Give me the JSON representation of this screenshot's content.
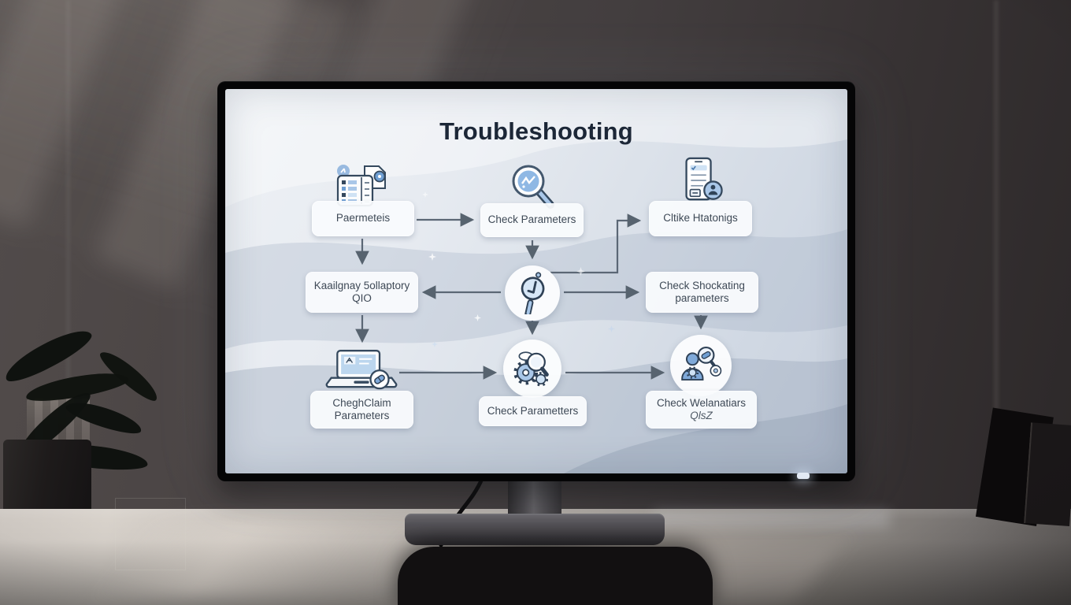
{
  "colors": {
    "accent_blue": "#a9c7e8",
    "icon_outline": "#33465c",
    "node_background": "#f7f9fb",
    "node_text": "#3e4956",
    "title_text": "#1c2737",
    "arrow": "#57636f",
    "screen_background": "#e3e8ef"
  },
  "diagram": {
    "title": "Troubleshooting",
    "nodes": [
      {
        "id": "paermeteis",
        "label": "Paermeteis",
        "icon": "checklist-board-icon"
      },
      {
        "id": "check-parameters",
        "label": "Check Parameters",
        "icon": "magnifier-icon"
      },
      {
        "id": "cltike-htatonigs",
        "label": "Cltike Htatonigs",
        "icon": "phone-checklist-icon"
      },
      {
        "id": "kaailgnay-5ollaptory-qio",
        "label": "Kaailgnay 5ollaptory",
        "label2": "QIO"
      },
      {
        "id": "verify-check",
        "label": "",
        "icon": "magnifier-check-icon"
      },
      {
        "id": "check-shockating-parameters",
        "label": "Check Shockating",
        "label2": "parameters"
      },
      {
        "id": "cheghclaim-parameters",
        "label": "CheghClaim",
        "label2": "Parameters",
        "icon": "laptop-icon"
      },
      {
        "id": "check-parametters",
        "label": "Check Parametters",
        "icon": "gears-magnifier-icon"
      },
      {
        "id": "check-welanatiars",
        "label": "Check Welanatiars",
        "label2": "QlsZ",
        "icon": "person-magnifier-icon"
      }
    ],
    "connections": [
      {
        "from": "paermeteis",
        "to": "check-parameters"
      },
      {
        "from": "paermeteis",
        "to": "kaailgnay-5ollaptory-qio"
      },
      {
        "from": "check-parameters",
        "to": "verify-check"
      },
      {
        "from": "verify-check",
        "to": "cltike-htatonigs"
      },
      {
        "from": "verify-check",
        "to": "kaailgnay-5ollaptory-qio"
      },
      {
        "from": "verify-check",
        "to": "check-shockating-parameters"
      },
      {
        "from": "verify-check",
        "to": "check-parametters"
      },
      {
        "from": "kaailgnay-5ollaptory-qio",
        "to": "cheghclaim-parameters"
      },
      {
        "from": "check-shockating-parameters",
        "to": "check-welanatiars"
      },
      {
        "from": "cheghclaim-parameters",
        "to": "check-parametters"
      },
      {
        "from": "check-parametters",
        "to": "check-welanatiars"
      }
    ]
  }
}
